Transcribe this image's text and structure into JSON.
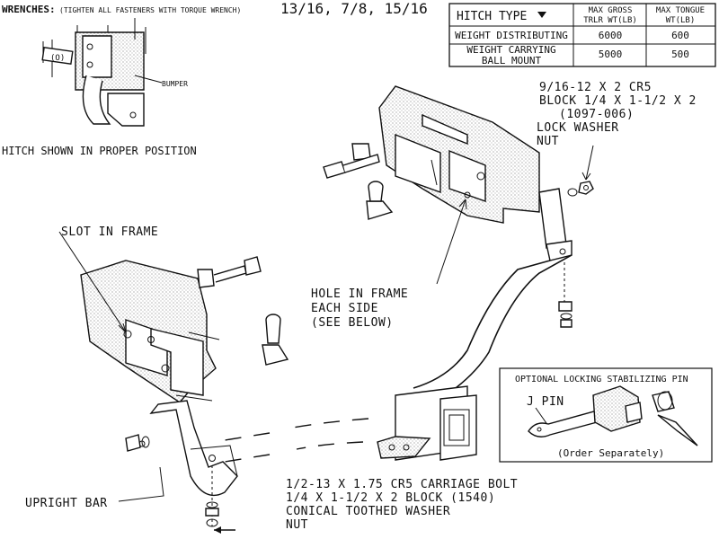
{
  "header": {
    "wrenches_label": "WRENCHES:",
    "torque_note": "(TIGHTEN ALL FASTENERS WITH TORQUE WRENCH)",
    "sizes": "13/16, 7/8, 15/16"
  },
  "table": {
    "col_hitch_type": "HITCH TYPE",
    "col_gross_line1": "MAX GROSS",
    "col_gross_line2": "TRLR WT(LB)",
    "col_tongue_line1": "MAX TONGUE",
    "col_tongue_line2": "WT(LB)",
    "rows": [
      {
        "type_line1": "WEIGHT DISTRIBUTING",
        "type_line2": "",
        "gross": "6000",
        "tongue": "600"
      },
      {
        "type_line1": "WEIGHT CARRYING",
        "type_line2": "BALL MOUNT",
        "gross": "5000",
        "tongue": "500"
      }
    ]
  },
  "inset": {
    "bumper_label": "BUMPER",
    "caption": "HITCH SHOWN IN PROPER POSITION"
  },
  "labels": {
    "bolt_top_line1": "9/16-12 X 2 CR5",
    "bolt_top_line2": "BLOCK 1/4 X 1-1/2 X 2",
    "bolt_top_line3": "(1097-006)",
    "lock_washer_line1": "LOCK WASHER",
    "lock_washer_line2": "NUT",
    "slot_in_frame": "SLOT IN FRAME",
    "hole_line1": "HOLE IN FRAME",
    "hole_line2": "EACH SIDE",
    "hole_line3": "(SEE BELOW)",
    "upright_bar": "UPRIGHT BAR",
    "bottom_line1": "1/2-13 X 1.75 CR5 CARRIAGE BOLT",
    "bottom_line2": "1/4 X 1-1/2 X 2 BLOCK (1540)",
    "bottom_line3": "CONICAL TOOTHED WASHER",
    "bottom_line4": "NUT"
  },
  "stabilizer": {
    "title": "OPTIONAL LOCKING STABILIZING PIN",
    "j_pin": "J PIN",
    "order_note": "(Order Separately)"
  }
}
